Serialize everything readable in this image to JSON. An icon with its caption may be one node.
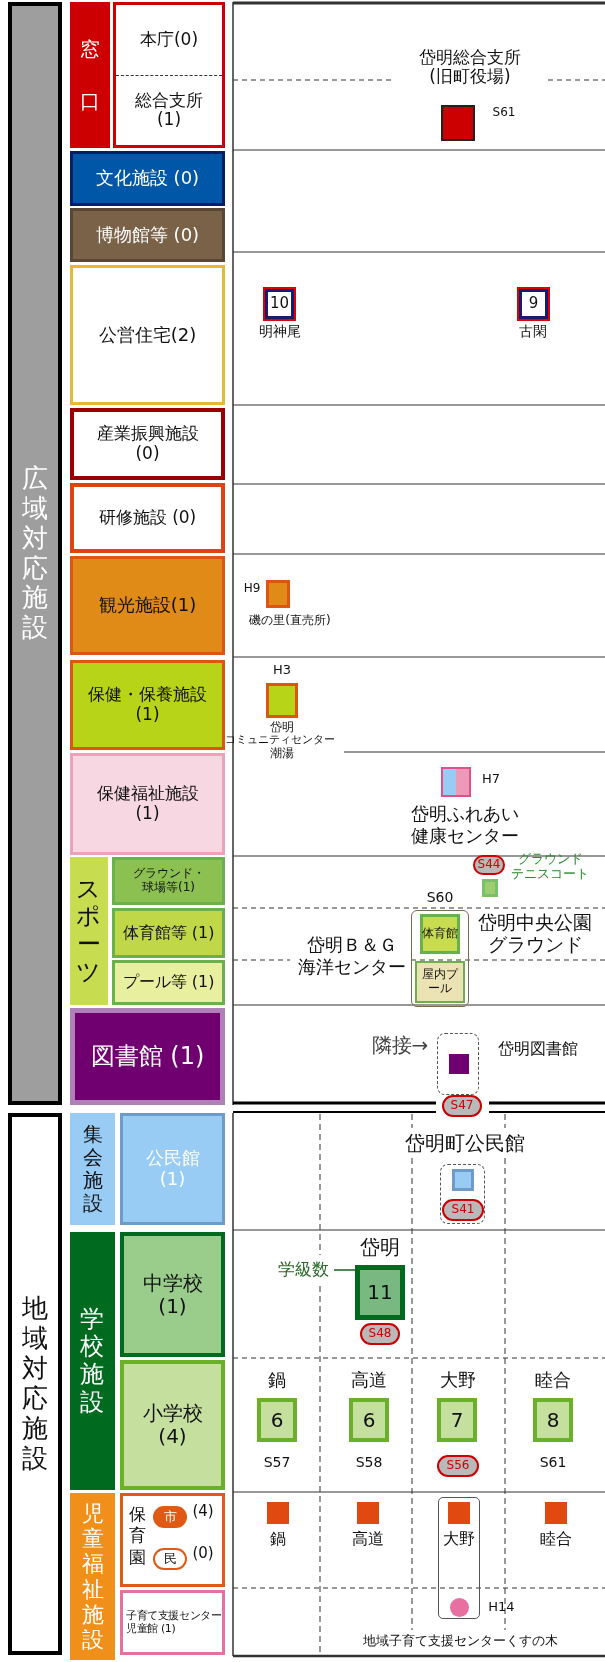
{
  "diagram": {
    "nodes": [
      {
        "text": [
          "広域対応施設"
        ]
      },
      {
        "text": [
          "窓口"
        ]
      },
      {
        "text": [
          "本庁(0)",
          "総合支所 (1)"
        ]
      },
      {
        "text": [
          "文化施設 (0)"
        ]
      },
      {
        "text": [
          "博物館等 (0)"
        ]
      },
      {
        "text": [
          "公営住宅(2)"
        ]
      },
      {
        "text": [
          "産業振興施設 (0)"
        ]
      },
      {
        "text": [
          "研修施設 (0)"
        ]
      },
      {
        "text": [
          "観光施設(1)"
        ]
      },
      {
        "text": [
          "保健・保養施設 (1)"
        ]
      },
      {
        "text": [
          "保健福祉施設 (1)"
        ]
      },
      {
        "text": [
          "スポーツ"
        ]
      },
      {
        "text": [
          "グラウンド・球場等(1)"
        ]
      },
      {
        "text": [
          "体育館等 (1)"
        ]
      },
      {
        "text": [
          "プール等 (1)"
        ]
      },
      {
        "text": [
          "図書館 (1)"
        ]
      },
      {
        "text": [
          "地域対応施設"
        ]
      },
      {
        "text": [
          "集会施設"
        ]
      },
      {
        "text": [
          "公民館 (1)"
        ]
      },
      {
        "text": [
          "学校施設"
        ]
      },
      {
        "text": [
          "中学校 (1)"
        ]
      },
      {
        "text": [
          "小学校 (4)"
        ]
      },
      {
        "text": [
          "児童福祉施設"
        ]
      },
      {
        "text": [
          "保育園"
        ]
      },
      {
        "text": [
          "市"
        ],
        "in": 23,
        "beside": [
          "(4)"
        ]
      },
      {
        "text": [
          "民"
        ],
        "in": 23,
        "beside": [
          "(0)"
        ]
      },
      {
        "text": [
          "子育て支援センター",
          "児童館 (1)"
        ]
      },
      {
        "text": [],
        "shape": "box",
        "beside": [
          "岱明総合支所 (旧町役場)",
          "S61"
        ]
      },
      {
        "text": [
          "10"
        ],
        "beside": [
          "明神尾"
        ]
      },
      {
        "text": [
          "9"
        ],
        "beside": [
          "古閑"
        ]
      },
      {
        "text": [],
        "shape": "box",
        "beside": [
          "H9",
          "磯の里(直売所)"
        ]
      },
      {
        "text": [],
        "shape": "box",
        "beside": [
          "H3",
          "岱明",
          "コミュニティセンター",
          "潮湯"
        ]
      },
      {
        "text": [],
        "shape": "box",
        "beside": [
          "H7",
          "岱明ふれあい",
          "健康センター"
        ]
      },
      {
        "text": [
          "S44"
        ]
      },
      {
        "text": [],
        "shape": "box",
        "beside": [
          "グラウンド",
          "テニスコート",
          "岱明中央公園",
          "グラウンド"
        ]
      },
      {
        "text": [],
        "shape": "box",
        "beside": [
          "S60",
          "岱明Ｂ＆Ｇ",
          "海洋センター"
        ]
      },
      {
        "text": [
          "体育館"
        ],
        "in": 35
      },
      {
        "text": [
          "屋内プール"
        ],
        "in": 35
      },
      {
        "text": [],
        "shape": "box"
      },
      {
        "text": [],
        "shape": "box",
        "in": 38,
        "beside": [
          "岱明図書館"
        ]
      },
      {
        "text": [
          "S47"
        ]
      },
      {
        "text": [],
        "shape": "box",
        "beside": [
          "岱明町公民館"
        ]
      },
      {
        "text": [],
        "shape": "box",
        "in": 41
      },
      {
        "text": [
          "S41"
        ],
        "in": 41
      },
      {
        "text": [
          "学級数"
        ]
      },
      {
        "text": [
          "11"
        ],
        "beside": [
          "岱明"
        ]
      },
      {
        "text": [
          "S48"
        ]
      },
      {
        "text": [
          "6"
        ],
        "beside": [
          "鍋",
          "S57"
        ]
      },
      {
        "text": [
          "6"
        ],
        "beside": [
          "高道",
          "S58"
        ]
      },
      {
        "text": [
          "7"
        ],
        "beside": [
          "大野"
        ]
      },
      {
        "text": [
          "S56"
        ]
      },
      {
        "text": [
          "8"
        ],
        "beside": [
          "睦合",
          "S61"
        ]
      },
      {
        "text": [],
        "shape": "box",
        "beside": [
          "鍋"
        ]
      },
      {
        "text": [],
        "shape": "box",
        "beside": [
          "高道"
        ]
      },
      {
        "text": [],
        "shape": "box"
      },
      {
        "text": [],
        "shape": "box",
        "in": 54,
        "beside": [
          "大野"
        ]
      },
      {
        "text": [],
        "shape": "box",
        "beside": [
          "睦合"
        ]
      },
      {
        "text": [],
        "shape": "circle",
        "in": 54,
        "beside": [
          "H14",
          "地域子育て支援センターくすの木"
        ]
      }
    ],
    "edges": [
      {
        "from": 44,
        "to": 45,
        "arrow": "none"
      }
    ],
    "labels": [
      "隣接→"
    ]
  }
}
